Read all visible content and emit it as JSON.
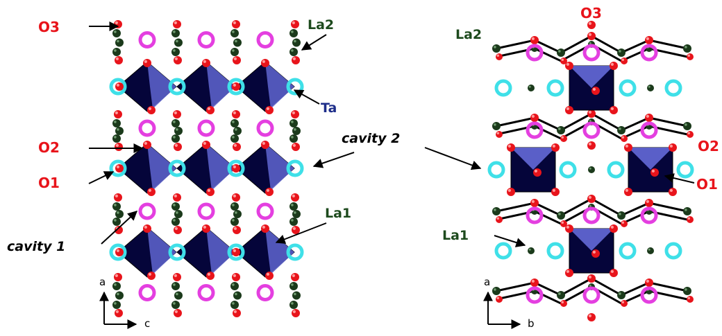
{
  "labels": {
    "o3_left": "O3",
    "o2_left": "O2",
    "o1_left": "O1",
    "cavity1": "cavity 1",
    "la2_left": "La2",
    "ta": "Ta",
    "cavity2": "cavity 2",
    "la1_left": "La1",
    "o3_right": "O3",
    "la2_right": "La2",
    "o2_right": "O2",
    "o1_right": "O1",
    "la1_right": "La1"
  },
  "axes": {
    "left": {
      "vertical": "a",
      "horizontal": "c"
    },
    "right": {
      "vertical": "a",
      "horizontal": "b"
    }
  },
  "colors": {
    "oxygen_label": "#e8141b",
    "lanthanum_label": "#1d4a1d",
    "tantalum_label": "#1e2e8a",
    "text": "#000000",
    "oxygen_atom": "#e8141b",
    "lanthanum_atom": "#1b3a1b",
    "cavity1_ring": "#e43fe0",
    "cavity2_ring": "#3fe0e8",
    "octahedron_dark": "#05053a",
    "octahedron_light": "#5a5fc8"
  }
}
